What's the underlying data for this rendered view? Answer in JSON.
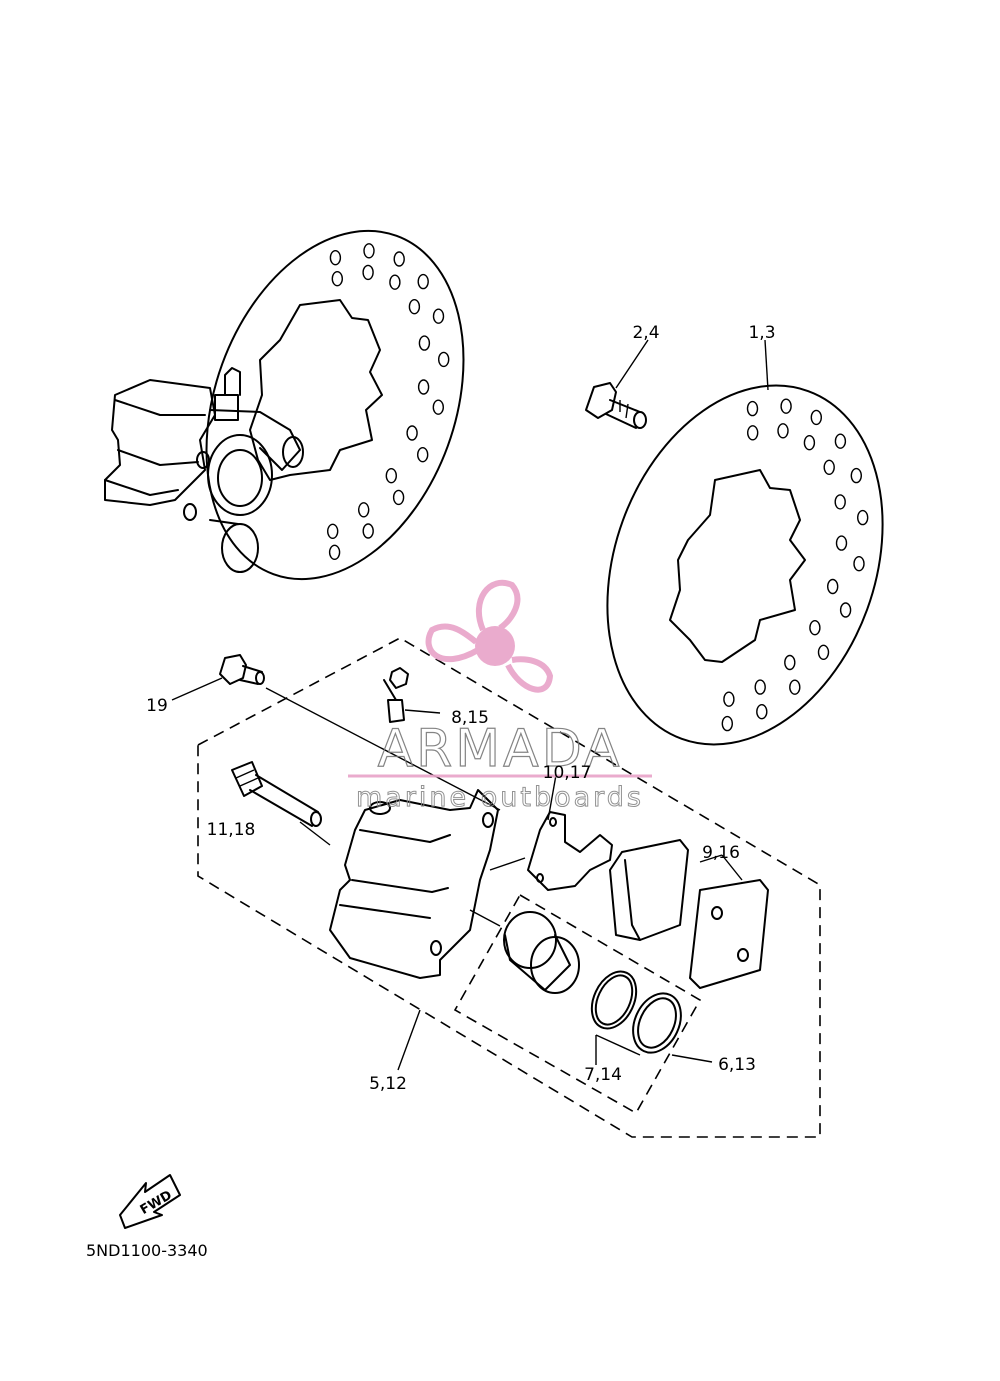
{
  "labels": {
    "p19": "19",
    "p24": "2,4",
    "p13": "1,3",
    "p815": "8,15",
    "p1017": "10,17",
    "p1118": "11,18",
    "p916": "9,16",
    "p512": "5,12",
    "p714": "7,14",
    "p613": "6,13"
  },
  "watermark": {
    "brand": "ARMADA",
    "tagline": "marine outboards",
    "color": "#e8a3c8"
  },
  "fwd_label": "FWD",
  "diagram_code": "5ND1100-3340"
}
